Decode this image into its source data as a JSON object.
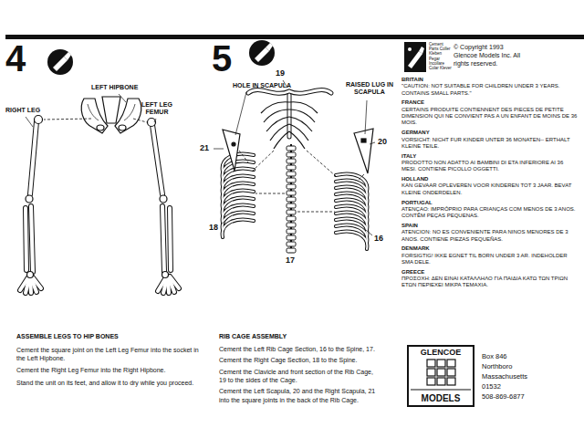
{
  "diagram": {
    "nodes": [
      {
        "text": [
          "GLENCOE",
          "MODELS"
        ]
      }
    ],
    "labels": [
      "4",
      "LEFT HIPBONE",
      "RIGHT LEG",
      "LEFT LEG FEMUR",
      "5",
      "19",
      "HOLE IN SCAPULA",
      "RAISED LUG IN SCAPULA",
      "21",
      "20",
      "18",
      "16",
      "17",
      "Cement Parts Coller Kleben Pegar Incollare Colar Klever",
      "© Copyright 1993 Glencoe Models Inc. All rights reserved.",
      "BRITAIN",
      "\"CAUTION: NOT SUITABLE FOR CHILDREN UNDER 3 YEARS. CONTAINS SMALL PARTS.\"",
      "FRANCE",
      "CERTAINS PRODUITE CONTIENNENT DES PIECES DE PETITE DIMENSION QUI NE CONVIENT PAS A UN ENFANT DE MOINS DE 36 MOIS.",
      "GERMANY",
      "VORSICHT: NICHT FUR KINDER UNTER 36 MONATEN-- ERTHALT KLEINE TEILE.",
      "ITALY",
      "PRODOTTO NON ADATTO AI BAMBINI DI ETA INFERIORE AI 36 MESI. CONTIENE PICOLLO OGGETTI.",
      "HOLLAND",
      "KAN GEVAAR OPLEVEREN VOOR KINDEREN TOT 3 JAAR. BEVAT KLEINE ONDERDELEN.",
      "PORTUGAL",
      "ATENÇAO: IMPRÓPRIO PARA CRIANÇAS COM MENOS DE 3 ANOS. CONTÊM PEÇAS PEQUENAS.",
      "SPAIN",
      "ATENCION: NO ES CONVENIENTE PARA NINOS MENORES DE 3 ANOS. CONTIENE PIEZAS PEQUEÑAS.",
      "DENMARK",
      "FORSIGTIG! IKKE EGNET TIL BORN UNDER 3 AR. INDEHOLDER SMA DELE.",
      "GREECE",
      "ΠΡΟΣΟΧΗ: ΔΕΝ ΕΙΝΑΙ ΚΑΤΑΛΛΗΛΟ ΓΙΑ ΠΑΙΔΙΑ ΚΑΤΩ ΤΩΝ ΤΡΙΩΝ ΕΤΩΝ ΠΕΡΙΕΧΕΙ ΜΙΚΡΑ ΤΕΜΑΧΙΑ.",
      "ASSEMBLE LEGS TO HIP BONES",
      "Cement the square joint on the Left Leg Femur into the socket in the Left Hipbone.",
      "Cement the Right Leg Femur into the Right Hipbone.",
      "Stand the unit on its feet, and allow it to dry while you proceed.",
      "RIB CAGE ASSEMBLY",
      "Cement the Left Rib Cage Section, 16 to the Spine, 17.",
      "Cement the Right Cage Section, 18 to the Spine.",
      "Cement the Clavicle and front section of the Rib Cage, 19 to the sides of the Cage.",
      "Cement the Left Scapula, 20 and the Right Scapula, 21 into the square joints in the back of the Rib Cage.",
      "Box 846",
      "Northboro",
      "Massachusetts",
      "01532",
      "508-869-6877"
    ]
  }
}
